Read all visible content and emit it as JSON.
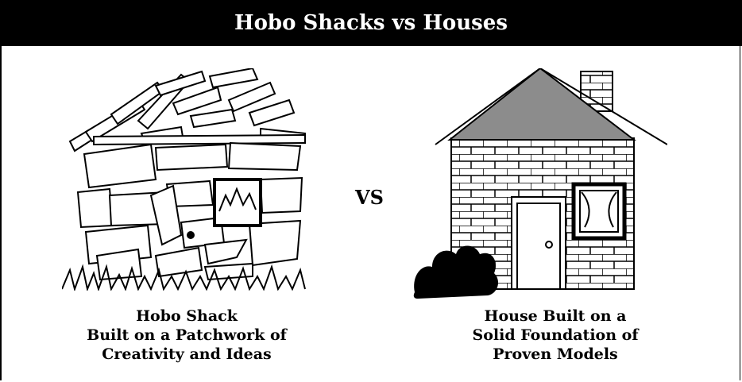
{
  "title": "Hobo Shacks vs Houses",
  "vs": "VS",
  "left": {
    "lines": [
      "Hobo Shack",
      "Built on a Patchwork of",
      "Creativity and Ideas"
    ]
  },
  "right": {
    "lines": [
      "House Built on a",
      "Solid Foundation of",
      "Proven Models"
    ]
  },
  "colors": {
    "banner": "#000000",
    "banner_text": "#ffffff",
    "roof": "#8c8c8c",
    "line": "#000000"
  }
}
